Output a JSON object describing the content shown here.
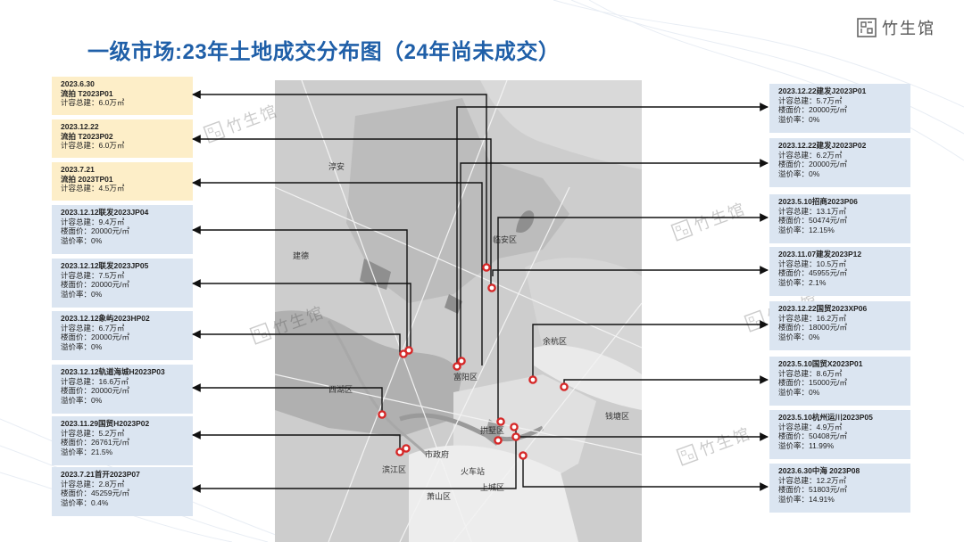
{
  "title": "一级市场:23年土地成交分布图（24年尚未成交）",
  "brand": {
    "name": "竹生馆"
  },
  "colors": {
    "title": "#1f5fa8",
    "yellow_card": "#fdeec8",
    "blue_card": "#dbe5f1",
    "pin": "#d62828",
    "line": "#111111"
  },
  "map": {
    "labels": [
      "临安区",
      "富阳区",
      "余杭区",
      "拱墅区",
      "上城区",
      "滨江区",
      "萧山区",
      "西湖区",
      "钱塘区",
      "市政府",
      "火车站",
      "淳安",
      "建德"
    ]
  },
  "left_cards": [
    {
      "title": "2023.6.30",
      "lines": [
        "流拍 T2023P01",
        "计容总建：6.0万㎡"
      ]
    },
    {
      "title": "2023.12.22",
      "lines": [
        "流拍 T2023P02",
        "计容总建：6.0万㎡"
      ]
    },
    {
      "title": "2023.7.21",
      "lines": [
        "流拍 2023TP01",
        "计容总建：4.5万㎡"
      ]
    },
    {
      "title": "2023.12.12联发2023JP04",
      "lines": [
        "计容总建：9.4万㎡",
        "楼面价：20000元/㎡",
        "溢价率：0%"
      ]
    },
    {
      "title": "2023.12.12联发2023JP05",
      "lines": [
        "计容总建：7.5万㎡",
        "楼面价：20000元/㎡",
        "溢价率：0%"
      ]
    },
    {
      "title": "2023.12.12象屿2023HP02",
      "lines": [
        "计容总建：6.7万㎡",
        "楼面价：20000元/㎡",
        "溢价率：0%"
      ]
    },
    {
      "title": "2023.12.12轨道海城H2023P03",
      "lines": [
        "计容总建：16.6万㎡",
        "楼面价：20000元/㎡",
        "溢价率：0%"
      ]
    },
    {
      "title": "2023.11.29国贸H2023P02",
      "lines": [
        "计容总建：5.2万㎡",
        "楼面价：26761元/㎡",
        "溢价率：21.5%"
      ]
    },
    {
      "title": "2023.7.21首开2023P07",
      "lines": [
        "计容总建：2.8万㎡",
        "楼面价：45259元/㎡",
        "溢价率：0.4%"
      ]
    }
  ],
  "right_cards": [
    {
      "title": "2023.12.22建发J2023P01",
      "lines": [
        "计容总建：5.7万㎡",
        "楼面价：20000元/㎡",
        "溢价率：0%"
      ]
    },
    {
      "title": "2023.12.22建发J2023P02",
      "lines": [
        "计容总建：6.2万㎡",
        "楼面价：20000元/㎡",
        "溢价率：0%"
      ]
    },
    {
      "title": "2023.5.10招商2023P06",
      "lines": [
        "计容总建：13.1万㎡",
        "楼面价：50474元/㎡",
        "溢价率：12.15%"
      ]
    },
    {
      "title": "2023.11.07建发2023P12",
      "lines": [
        "计容总建：10.5万㎡",
        "楼面价：45955元/㎡",
        "溢价率：2.1%"
      ]
    },
    {
      "title": "2023.12.22国贸2023XP06",
      "lines": [
        "计容总建：16.2万㎡",
        "楼面价：18000元/㎡",
        "溢价率：0%"
      ]
    },
    {
      "title": "2023.5.10国贸X2023P01",
      "lines": [
        "计容总建：8.6万㎡",
        "楼面价：15000元/㎡",
        "溢价率：0%"
      ]
    },
    {
      "title": "2023.5.10杭州运川2023P05",
      "lines": [
        "计容总建：4.9万㎡",
        "楼面价：50408元/㎡",
        "溢价率：11.99%"
      ]
    },
    {
      "title": "2023.6.30中海 2023P08",
      "lines": [
        "计容总建：12.2万㎡",
        "楼面价：51803元/㎡",
        "溢价率：14.91%"
      ]
    }
  ]
}
